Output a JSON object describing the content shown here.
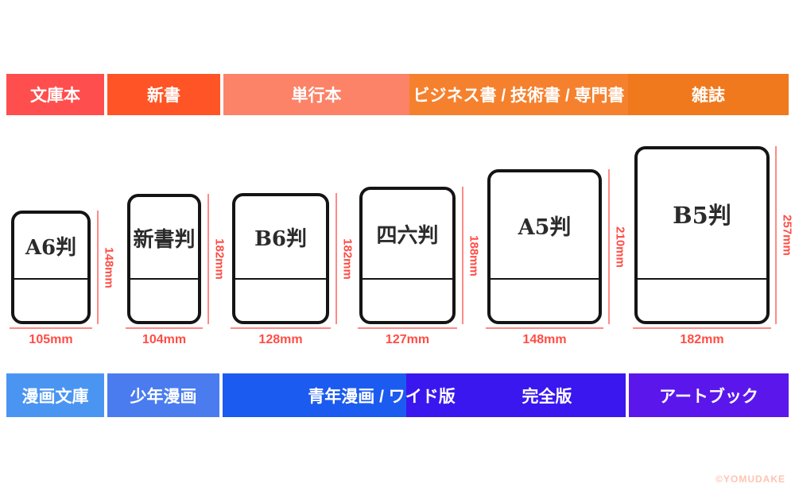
{
  "top_bar": {
    "segments": [
      {
        "label": "文庫本",
        "color": "#FF4E4E"
      },
      {
        "label": "新書",
        "color": "#FF5526"
      },
      {
        "label": "単行本",
        "color": "#FC8268"
      },
      {
        "label": "ビジネス書 / 技術書 / 専門書",
        "color": "#F5812E"
      },
      {
        "label": "雑誌",
        "color": "#F0791D"
      }
    ]
  },
  "bottom_bar": {
    "segments": [
      {
        "label": "漫画文庫",
        "color": "#4B95F2"
      },
      {
        "label": "少年漫画",
        "color": "#4A7CF0"
      },
      {
        "label": "青年漫画 / ワイド版",
        "color": "#1C5BF0"
      },
      {
        "label": "完全版",
        "color": "#3A17EE"
      },
      {
        "label": "アートブック",
        "color": "#5B17EB"
      }
    ]
  },
  "books": [
    {
      "name": "A6判",
      "width": "105mm",
      "height": "148mm"
    },
    {
      "name": "新書判",
      "width": "104mm",
      "height": "182mm"
    },
    {
      "name": "B6判",
      "width": "128mm",
      "height": "182mm"
    },
    {
      "name": "四六判",
      "width": "127mm",
      "height": "188mm"
    },
    {
      "name": "A5判",
      "width": "148mm",
      "height": "210mm"
    },
    {
      "name": "B5判",
      "width": "182mm",
      "height": "257mm"
    }
  ],
  "dimension_style": {
    "line_color": "#FF8A85",
    "text_color": "#FF4D45"
  },
  "watermark": {
    "text": "©YOMUDAKE",
    "color": "#FFC3B3"
  }
}
